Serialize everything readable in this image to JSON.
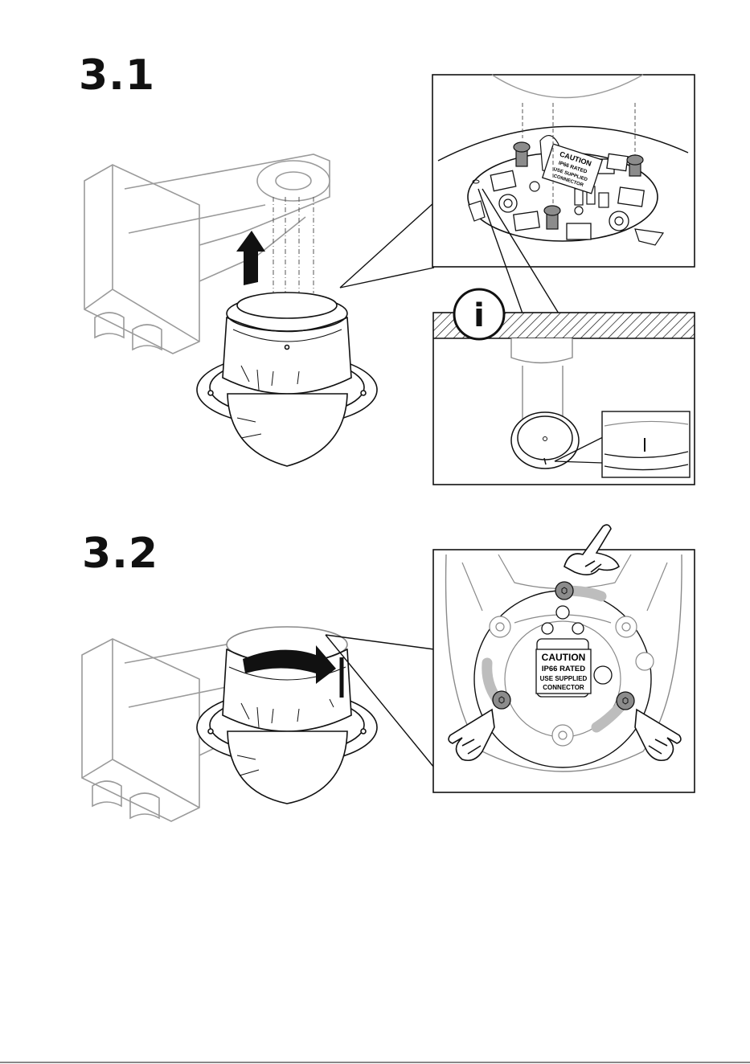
{
  "steps": [
    {
      "number": "3.1"
    },
    {
      "number": "3.2"
    }
  ],
  "info_badge": {
    "glyph": "i",
    "icon": "info-icon"
  },
  "caution_label": {
    "line1": "CAUTION",
    "line2": "IP66 RATED",
    "line3": "USE SUPPLIED",
    "line4": "CONNECTOR"
  },
  "caution_label_tilted": {
    "line1": "CAUTION",
    "line2": "IP66 RATED",
    "line3": "USE SUPPLIED",
    "line4": "CONNECTOR"
  },
  "colors": {
    "line": "#111111",
    "light_line": "#8a8a8a",
    "screw_gray": "#8c8c8c",
    "slot_gray": "#bdbdbd"
  },
  "icons": [
    "arrow-up-icon",
    "rotate-arrow-icon",
    "pointing-hand-icon",
    "info-icon",
    "screw-icon"
  ]
}
